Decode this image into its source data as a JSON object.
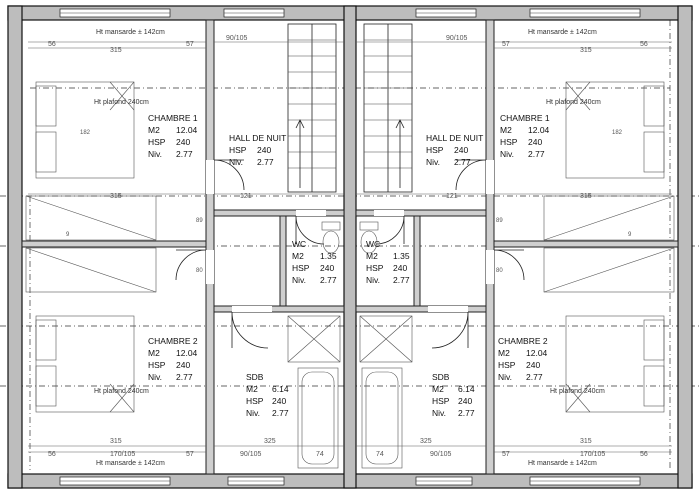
{
  "labels": {
    "mansarde": "Ht mansarde ± 142cm",
    "plafond": "Ht plafond 240cm",
    "m2": "M2",
    "hsp": "HSP",
    "niv": "Niv."
  },
  "rooms": {
    "chambre1_left": {
      "name": "CHAMBRE 1",
      "m2": "12.04",
      "hsp": "240",
      "niv": "2.77"
    },
    "chambre1_right": {
      "name": "CHAMBRE 1",
      "m2": "12.04",
      "hsp": "240",
      "niv": "2.77"
    },
    "chambre2_left": {
      "name": "CHAMBRE 2",
      "m2": "12.04",
      "hsp": "240",
      "niv": "2.77"
    },
    "chambre2_right": {
      "name": "CHAMBRE 2",
      "m2": "12.04",
      "hsp": "240",
      "niv": "2.77"
    },
    "hall_left": {
      "name": "HALL DE NUIT",
      "hsp": "240",
      "niv": "2.77"
    },
    "hall_right": {
      "name": "HALL DE NUIT",
      "hsp": "240",
      "niv": "2.77"
    },
    "wc_left": {
      "name": "WC",
      "m2": "1.35",
      "hsp": "240",
      "niv": "2.77"
    },
    "wc_right": {
      "name": "WC",
      "m2": "1.35",
      "hsp": "240",
      "niv": "2.77"
    },
    "sdb_left": {
      "name": "SDB",
      "m2": "6.14",
      "hsp": "240",
      "niv": "2.77"
    },
    "sdb_right": {
      "name": "SDB",
      "m2": "6.14",
      "hsp": "240",
      "niv": "2.77"
    }
  },
  "dimensions": {
    "d315": "315",
    "d90_105": "90/105",
    "d170_105": "170/105",
    "d121": "121",
    "d325": "325",
    "d56": "56",
    "d57": "57",
    "d89": "89",
    "d80": "80",
    "d9": "9",
    "d182": "182",
    "d74": "74"
  }
}
